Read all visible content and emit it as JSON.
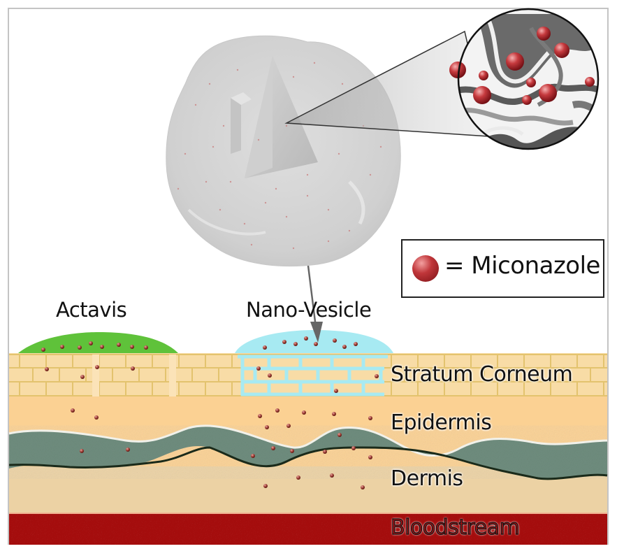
{
  "figure": {
    "legend": {
      "symbol": "red-sphere",
      "text": "= Miconazole",
      "color": "#c0363a"
    },
    "formulations": {
      "left": "Actavis",
      "right": "Nano-Vesicle"
    },
    "layers": [
      {
        "name": "Stratum Corneum",
        "color": "#f8dca6"
      },
      {
        "name": "Epidermis",
        "color": "#fbd193"
      },
      {
        "name": "Dermis",
        "color": "#ecd2a4"
      },
      {
        "name": "Bloodstream",
        "color": "#a81212"
      }
    ],
    "colors": {
      "actavis_gel": "#5fc23a",
      "nanovesicle_gel": "#a7eaf2",
      "basal_layer": "#6f8d7e",
      "arrow": "#666666",
      "microneedle": "#d2d2d2"
    }
  }
}
